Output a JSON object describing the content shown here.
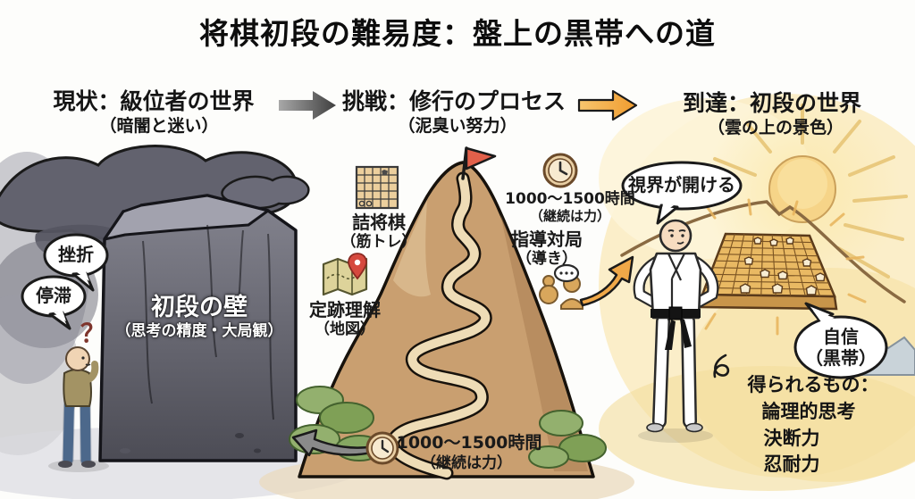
{
  "title": "将棋初段の難易度：盤上の黒帯への道",
  "sections": {
    "current": {
      "heading": "現状：級位者の世界",
      "subheading": "（暗闇と迷い）"
    },
    "challenge": {
      "heading": "挑戦：修行のプロセス",
      "subheading": "（泥臭い努力）"
    },
    "arrival": {
      "heading": "到達：初段の世界",
      "subheading": "（雲の上の景色）"
    }
  },
  "left": {
    "bubble_setback": "挫折",
    "bubble_stagnation": "停滞",
    "wall_title": "初段の壁",
    "wall_subtitle": "（思考の精度・大局観）",
    "question_mark": "？"
  },
  "middle": {
    "tsume_label": "詰将棋",
    "tsume_sub": "（筋トレ）",
    "joseki_label": "定跡理解",
    "joseki_sub": "（地図）",
    "hours_top": "1000～1500時間",
    "hours_top_sub": "（継続は力）",
    "teaching_label": "指導対局",
    "teaching_sub": "（導き）",
    "teaching_dots": "…",
    "hours_bottom": "1000～1500時間",
    "hours_bottom_sub": "（継続は力）"
  },
  "right": {
    "bubble_vision": "視界が開ける",
    "bubble_confidence_line1": "自信",
    "bubble_confidence_line2": "（黒帯）",
    "gains_title": "得られるもの：",
    "gains": [
      "論理的思考",
      "決断力",
      "忍耐力"
    ]
  },
  "icons": [
    "shogi-grid-icon",
    "map-icon",
    "location-pin-icon",
    "clock-icon",
    "people-icon",
    "flag-icon",
    "question-mark",
    "sun-icon",
    "arrow-right-dark",
    "arrow-right-orange",
    "arrow-curved-orange",
    "arrow-curved-gray"
  ],
  "colors": {
    "accent_orange": "#f2a93b",
    "dark_arrow": "#5f5f5f",
    "cliff_dark": "#55555f",
    "cloud_gray": "#62626e",
    "mountain_tan": "#c99f70",
    "path_cream": "#eedcb6",
    "flag_red": "#e2604a",
    "sun_gold": "#f6d488",
    "board_gold": "#e9b963",
    "warm_bg": "#fbeec9",
    "bush_green": "#93b06e",
    "jeans_blue": "#5878a0",
    "sweater_olive": "#a39364",
    "pin_red": "#d6493e"
  }
}
